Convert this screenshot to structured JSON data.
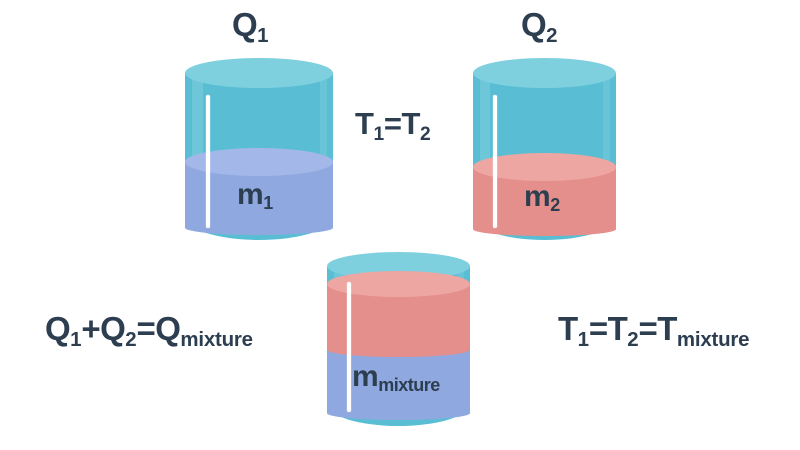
{
  "diagram": {
    "title": "Method of mixtures / calorimetry diagram",
    "background_color": "#ffffff",
    "text_color": "#2c3e50",
    "colors": {
      "jar_body": "#59bed4",
      "jar_rim": "#7fd0de",
      "liquid_blue": "#8fa9e0",
      "liquid_blue_top": "#a3b8e8",
      "liquid_red": "#e58f8c",
      "liquid_red_top": "#eda6a2",
      "thermometer": "#ffffff"
    }
  },
  "containers": [
    {
      "id": "container-1",
      "heat_label": {
        "symbol": "Q",
        "subscript": "1"
      },
      "mass_label": {
        "symbol": "m",
        "subscript": "1"
      },
      "liquid_color": "#8fa9e0",
      "fill_ratio": 0.45
    },
    {
      "id": "container-2",
      "heat_label": {
        "symbol": "Q",
        "subscript": "2"
      },
      "mass_label": {
        "symbol": "m",
        "subscript": "2"
      },
      "liquid_color": "#e58f8c",
      "fill_ratio": 0.47
    },
    {
      "id": "container-mixture",
      "mass_label": {
        "symbol": "m",
        "subscript": "mixture"
      },
      "liquid_color_top": "#e58f8c",
      "liquid_color_bottom": "#8fa9e0",
      "fill_ratio": 0.85
    }
  ],
  "equations": {
    "center": {
      "lhs_symbol": "T",
      "lhs_sub": "1",
      "operator": "=",
      "rhs_symbol": "T",
      "rhs_sub": "2"
    },
    "bottom_left": {
      "t1": "Q",
      "s1": "1",
      "op1": "+",
      "t2": "Q",
      "s2": "2",
      "op2": "=",
      "t3": "Q",
      "s3": "mixture"
    },
    "bottom_right": {
      "t1": "T",
      "s1": "1",
      "op1": "=",
      "t2": "T",
      "s2": "2",
      "op2": "=",
      "t3": "T",
      "s3": "mixture"
    }
  }
}
